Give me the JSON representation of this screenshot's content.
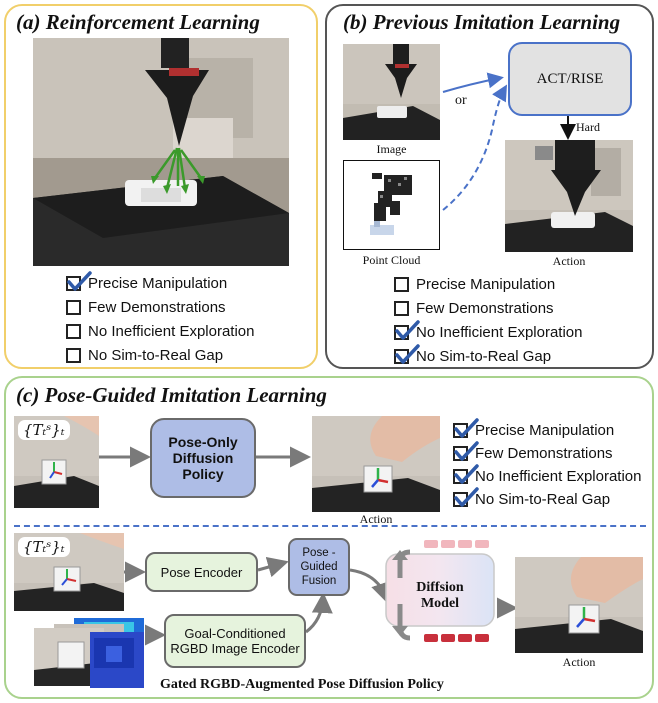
{
  "panel_a": {
    "title": "(a) Reinforcement Learning",
    "checklist": [
      {
        "label": "Precise Manipulation",
        "checked": true
      },
      {
        "label": "Few Demonstrations",
        "checked": false
      },
      {
        "label": "No Inefficient Exploration",
        "checked": false
      },
      {
        "label": "No Sim-to-Real Gap",
        "checked": false
      }
    ]
  },
  "panel_b": {
    "title": "(b) Previous Imitation Learning",
    "image_caption": "Image",
    "or_label": "or",
    "pointcloud_caption": "Point Cloud",
    "model_label": "ACT/RISE",
    "hard_label": "Hard",
    "action_caption": "Action",
    "checklist": [
      {
        "label": "Precise Manipulation",
        "checked": false
      },
      {
        "label": "Few Demonstrations",
        "checked": false
      },
      {
        "label": "No Inefficient Exploration",
        "checked": true
      },
      {
        "label": "No Sim-to-Real Gap",
        "checked": true
      }
    ]
  },
  "panel_c": {
    "title": "(c) Pose-Guided Imitation Learning",
    "pose_badge": "{Tₜˢ}ₜ",
    "pose_only_label": "Pose-Only Diffusion Policy",
    "action_caption_top": "Action",
    "checklist": [
      {
        "label": "Precise Manipulation",
        "checked": true
      },
      {
        "label": "Few Demonstrations",
        "checked": true
      },
      {
        "label": "No Inefficient Exploration",
        "checked": true
      },
      {
        "label": "No Sim-to-Real Gap",
        "checked": true
      }
    ],
    "pose_encoder_label": "Pose Encoder",
    "fusion_label": "Pose -Guided Fusion",
    "rgbd_encoder_label": "Goal-Conditioned RGBD Image Encoder",
    "diffusion_label": "Diffsion Model",
    "action_caption_bottom": "Action",
    "footer": "Gated RGBD-Augmented Pose Diffusion Policy"
  },
  "colors": {
    "panel_a_border": "#f1cf6a",
    "panel_b_border": "#555555",
    "panel_c_border": "#a9d28d",
    "check_blue": "#2f5aa8",
    "node_blue": "#aebde6",
    "node_green": "#e6f3dd",
    "dash_blue": "#4a72c8"
  }
}
